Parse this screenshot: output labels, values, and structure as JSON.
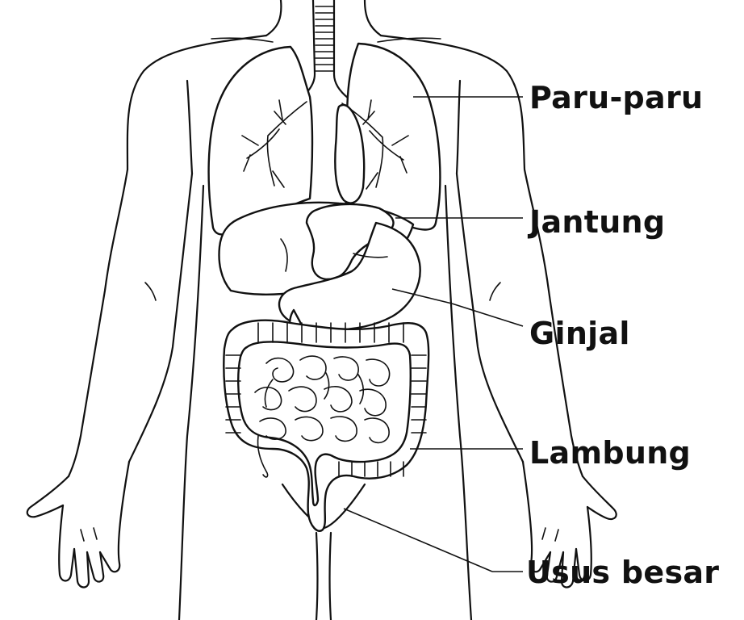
{
  "diagram": {
    "labels": {
      "lungs": "Paru-paru",
      "heart": "Jantung",
      "kidney": "Ginjal",
      "stomach": "Lambung",
      "large_intestine": "Usus besar"
    }
  },
  "colors": {
    "line": "#111111",
    "background": "#ffffff"
  }
}
